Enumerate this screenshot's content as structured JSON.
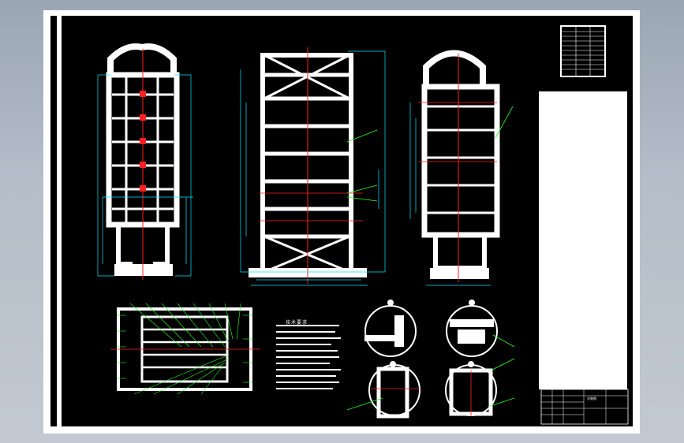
{
  "drawing": {
    "notes_title": "技术要求",
    "title_block_label": "总装图",
    "views": [
      "front-view",
      "side-view",
      "rear-view",
      "section-view",
      "detail-i",
      "detail-ii",
      "detail-iii",
      "detail-iv"
    ]
  },
  "colors": {
    "background": "#000000",
    "geometry": "#ffffff",
    "centerline": "#ff2020",
    "dimension": "#00e5ff",
    "leader": "#22ff22",
    "sheet": "#ffffff"
  }
}
